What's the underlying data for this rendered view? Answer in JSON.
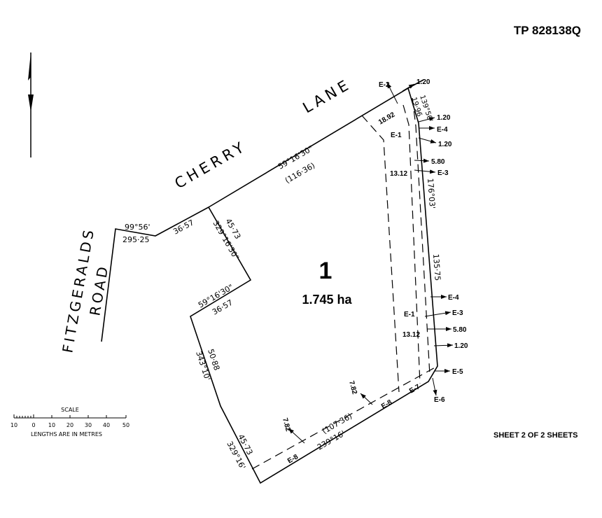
{
  "plan_number": "TP 828138Q",
  "sheet_label": "SHEET 2 OF 2 SHEETS",
  "roads": {
    "cherry": "CHERRY",
    "lane": "LANE",
    "fitzgeralds": "FITZGERALDS",
    "road": "ROAD"
  },
  "lot": {
    "number": "1",
    "area": "1.745 ha"
  },
  "bearings": {
    "top": "59°16'30\"",
    "top_dist": "(116·36)",
    "ne": "139°50'",
    "ne_dist": "19·96",
    "east": "176°03'",
    "east_dist": "135·75",
    "bottom": "239°16'",
    "bottom_dist": "(107·36)",
    "sw": "329°16'",
    "sw_dist": "45·73",
    "w1": "343°10'",
    "w1_dist": "50·88",
    "notch": "59°16'30\"",
    "notch_dist": "36·57",
    "nw": "329°16'30\"",
    "nw_dist": "45·73",
    "road_seg_dist": "36·57",
    "road_bearing": "99°56'",
    "road_dist": "295·25"
  },
  "easements": {
    "e1": "E-1",
    "e2": "E-2",
    "e3": "E-3",
    "e4": "E-4",
    "e5": "E-5",
    "e6": "E-6",
    "e7": "E-7",
    "e8": "E-8",
    "w1892": "18.92",
    "w1312": "13.12",
    "w120": "1.20",
    "w580": "5.80",
    "w782": "7.82"
  },
  "scale": {
    "title": "SCALE",
    "ticks": [
      "10",
      "0",
      "10",
      "20",
      "30",
      "40",
      "50"
    ],
    "note": "LENGTHS ARE IN METRES"
  }
}
